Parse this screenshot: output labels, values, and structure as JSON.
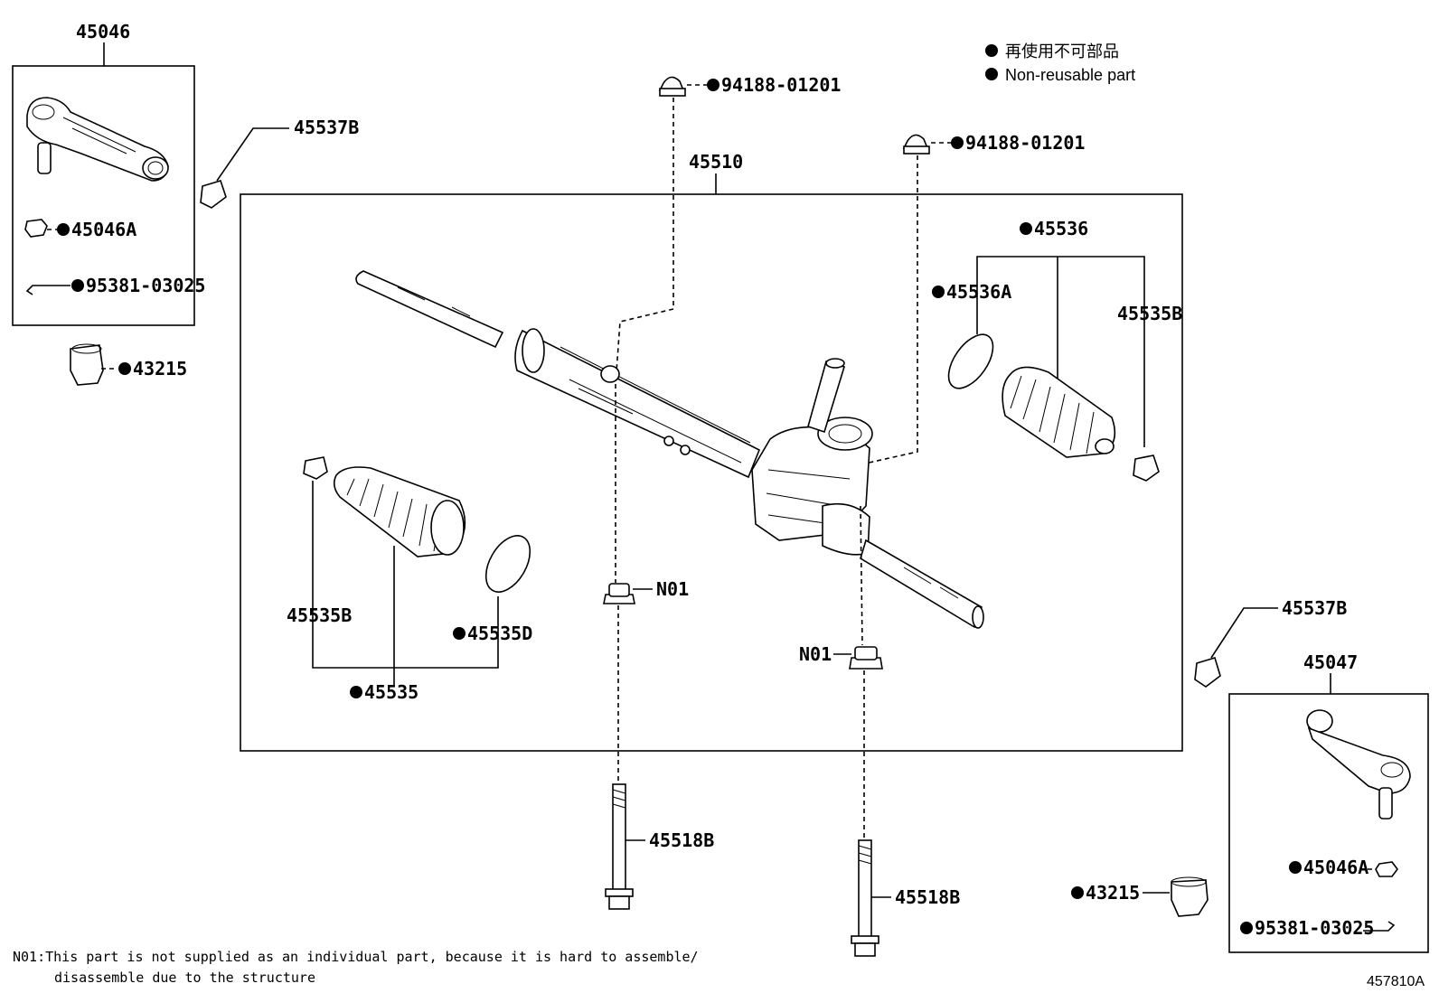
{
  "legend": {
    "jp": "再使用不可部品",
    "en": "Non-reusable part"
  },
  "labels": {
    "p45046": "45046",
    "p45046A_l": "45046A",
    "p95381_l": "95381-03025",
    "p43215_l": "43215",
    "p45537B_l": "45537B",
    "p45510": "45510",
    "p94188_a": "94188-01201",
    "p94188_b": "94188-01201",
    "p45536": "45536",
    "p45536A": "45536A",
    "p45535B_r": "45535B",
    "p45535B_l": "45535B",
    "p45535D": "45535D",
    "p45535": "45535",
    "n01_a": "N01",
    "n01_b": "N01",
    "p45518B_a": "45518B",
    "p45518B_b": "45518B",
    "p45537B_r": "45537B",
    "p45047": "45047",
    "p45046A_r": "45046A",
    "p43215_r": "43215",
    "p95381_r": "95381-03025"
  },
  "note": {
    "line1": "N01:This part is not supplied as an individual part, because it is hard to assemble/",
    "line2": "disassemble due to the structure"
  },
  "diagram_id": "457810A"
}
